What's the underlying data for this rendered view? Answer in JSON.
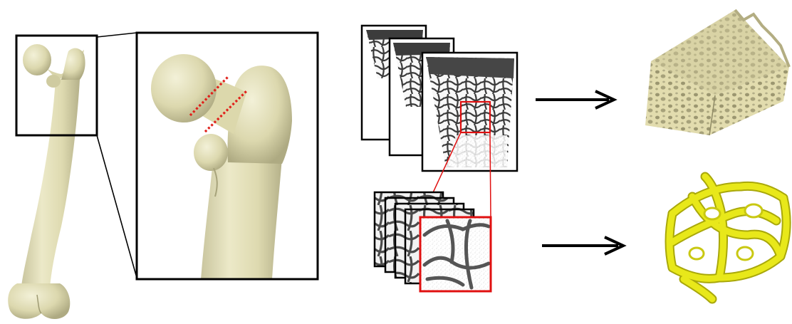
{
  "figure": {
    "panels": [
      {
        "id": "femur",
        "description_icon": "femur-bone-icon"
      },
      {
        "id": "femur-neck-zoom",
        "description_icon": "femoral-neck-cut-lines-icon"
      },
      {
        "id": "ct-slice-stack",
        "description_icon": "ct-slices-icon"
      },
      {
        "id": "roi-slice-stack",
        "description_icon": "roi-slices-icon"
      },
      {
        "id": "bone-volume-render",
        "description_icon": "trabecular-block-icon"
      },
      {
        "id": "trabecular-roi-render",
        "description_icon": "trabecular-cube-icon"
      }
    ],
    "arrows": [
      {
        "from": "ct-slice-stack",
        "to": "bone-volume-render"
      },
      {
        "from": "roi-slice-stack",
        "to": "trabecular-roi-render"
      }
    ]
  },
  "colors": {
    "bone": "#e3dfb6",
    "bone_shadow": "#b8b48c",
    "bone_highlight": "#f4f2d6",
    "cut_line": "#e0201a",
    "roi_box": "#e01010",
    "trabecular_yellow": "#e8e81a",
    "trabecular_dark": "#a9a80a",
    "slice_dark": "#3c3c3c",
    "frame": "#000000"
  }
}
